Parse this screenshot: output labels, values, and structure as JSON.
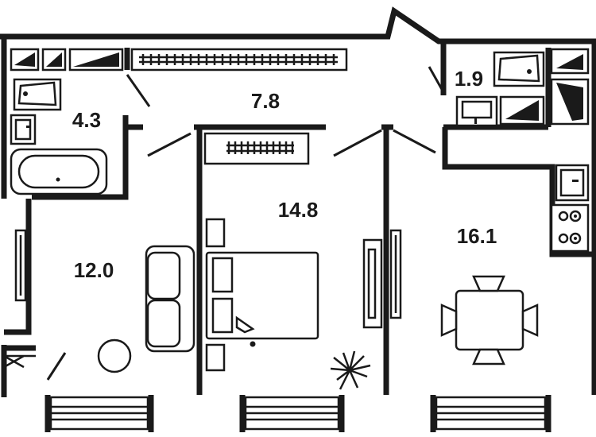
{
  "rooms": [
    {
      "id": "corridor",
      "area": "7.8"
    },
    {
      "id": "bathroom",
      "area": "4.3"
    },
    {
      "id": "wc",
      "area": "1.9"
    },
    {
      "id": "bedroom",
      "area": "14.8"
    },
    {
      "id": "living-room",
      "area": "12.0"
    },
    {
      "id": "kitchen",
      "area": "16.1"
    }
  ]
}
